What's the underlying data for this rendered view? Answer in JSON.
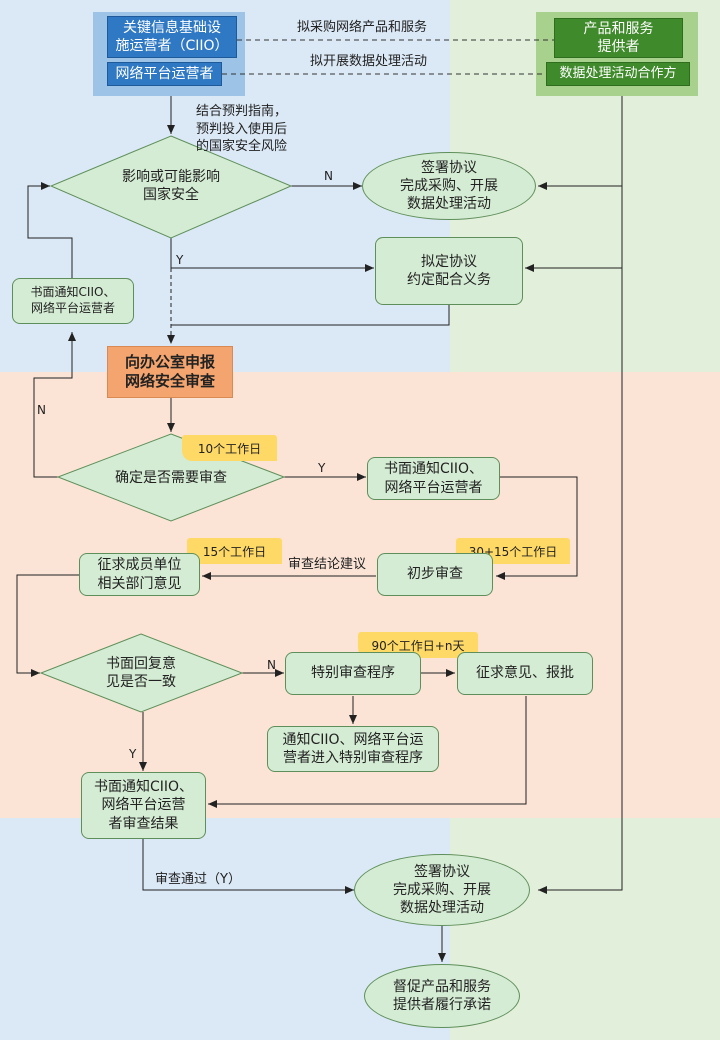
{
  "nodes": {
    "ciio": "关键信息基础设\n施运营者（CIIO）",
    "platform": "网络平台运营者",
    "provider": "产品和服务\n提供者",
    "partner": "数据处理活动合作方",
    "assess_note": "结合预判指南，\n预判投入使用后\n的国家安全风险",
    "decision1": "影响或可能影响\n国家安全",
    "sign1": "签署协议\n完成采购、开展\n数据处理活动",
    "agreement": "拟定协议\n约定配合义务",
    "notify_left": "书面通知CIIO、\n网络平台运营者",
    "apply": "向办公室申报\n网络安全审查",
    "decision2": "确定是否需要审查",
    "notify_right": "书面通知CIIO、\n网络平台运营者",
    "solicit": "征求成员单位\n相关部门意见",
    "initial": "初步审查",
    "decision3": "书面回复意\n见是否一致",
    "special": "特别审查程序",
    "solicit2": "征求意见、报批",
    "notify_special": "通知CIIO、网络平台运\n营者进入特别审查程序",
    "notify_result": "书面通知CIIO、\n网络平台运营\n者审查结果",
    "sign2": "签署协议\n完成采购、开展\n数据处理活动",
    "urge": "督促产品和服务\n提供者履行承诺"
  },
  "labels": {
    "purchase": "拟采购网络产品和服务",
    "data_activity": "拟开展数据处理活动",
    "n1": "N",
    "y1": "Y",
    "n2": "N",
    "y2": "Y",
    "conclusion": "审查结论建议",
    "n3": "N",
    "y3": "Y",
    "pass": "审查通过（Y）"
  },
  "tags": {
    "t10": "10个工作日",
    "t15": "15个工作日",
    "t30": "30+15个工作日",
    "t90": "90个工作日+n天"
  },
  "colors": {
    "blue_zone": "#dbe8f5",
    "green_zone": "#e2efda",
    "orange_zone": "#fbe4d6"
  }
}
